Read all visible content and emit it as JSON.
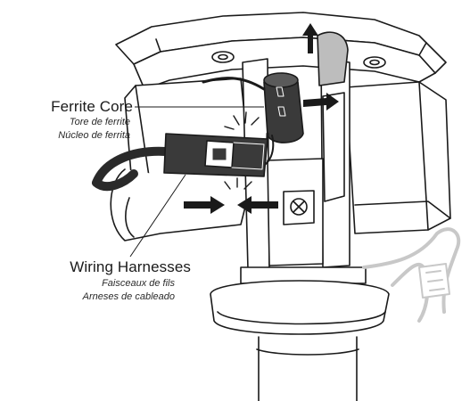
{
  "labels": {
    "ferrite_core": {
      "english": "Ferrite Core",
      "french": "Tore de ferrite",
      "spanish": "Núcleo de ferrita"
    },
    "wiring_harnesses": {
      "english": "Wiring Harnesses",
      "french": "Faisceaux de fils",
      "spanish": "Arneses de cableado"
    }
  },
  "colors": {
    "line": "#1a1a1a",
    "fill_light": "#ffffff",
    "fill_gray": "#bdbdbd",
    "fill_dark": "#3a3a3a",
    "ghost": "#c8c8c8"
  }
}
